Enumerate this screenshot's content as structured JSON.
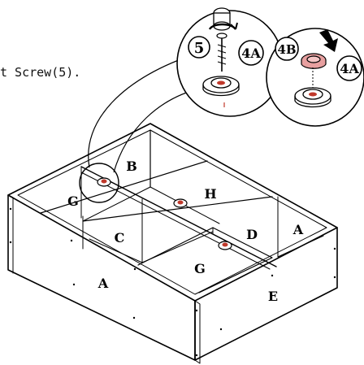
{
  "instruction_text": "t Screw(5).",
  "callouts": {
    "screw_label": "5",
    "cam_label_left": "4A",
    "cam_cover_label": "4B",
    "cam_label_right": "4A"
  },
  "panel_labels": {
    "b": "B",
    "g_back": "G",
    "h": "H",
    "c": "C",
    "d": "D",
    "a_right": "A",
    "g_front": "G",
    "a_front": "A",
    "e": "E"
  },
  "colors": {
    "line": "#000000",
    "cam_fill": "#c0392b",
    "cover_fill": "#e8a0a0",
    "background": "#ffffff"
  },
  "icons": [
    "rotate-arrow-icon",
    "down-arrow-icon",
    "screwdriver-icon"
  ]
}
